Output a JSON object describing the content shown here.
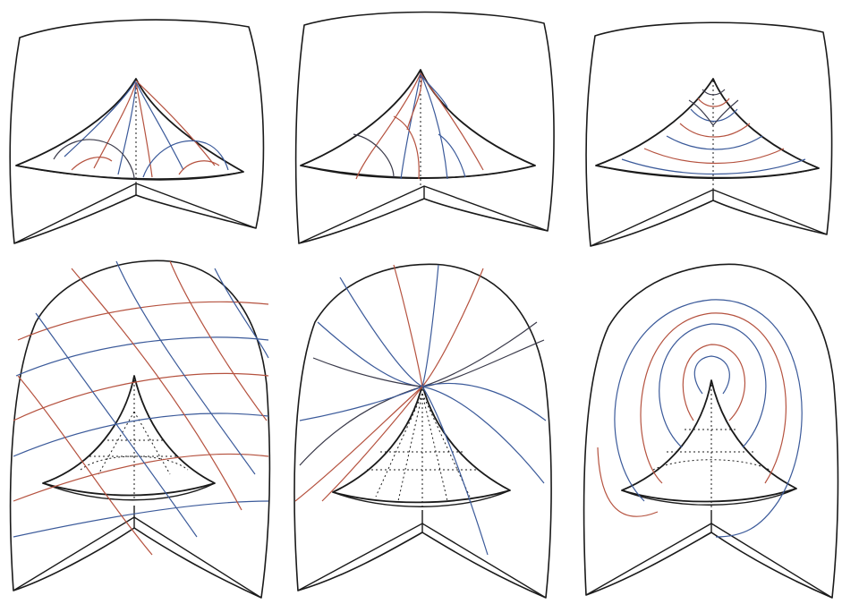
{
  "colors": {
    "outline": "#1a1a1a",
    "blue_curve": "#3b5a9a",
    "red_curve": "#b5523f",
    "background": "#ffffff"
  },
  "panels": [
    {
      "row": 1,
      "col": 1,
      "curve_family": "radial-from-apex"
    },
    {
      "row": 1,
      "col": 2,
      "curve_family": "radial-from-apex"
    },
    {
      "row": 1,
      "col": 3,
      "curve_family": "transverse-arcs"
    },
    {
      "row": 2,
      "col": 1,
      "curve_family": "crossing-diagonal-arcs"
    },
    {
      "row": 2,
      "col": 2,
      "curve_family": "crossing-through-apex"
    },
    {
      "row": 2,
      "col": 3,
      "curve_family": "nested-loops-around-apex"
    }
  ]
}
